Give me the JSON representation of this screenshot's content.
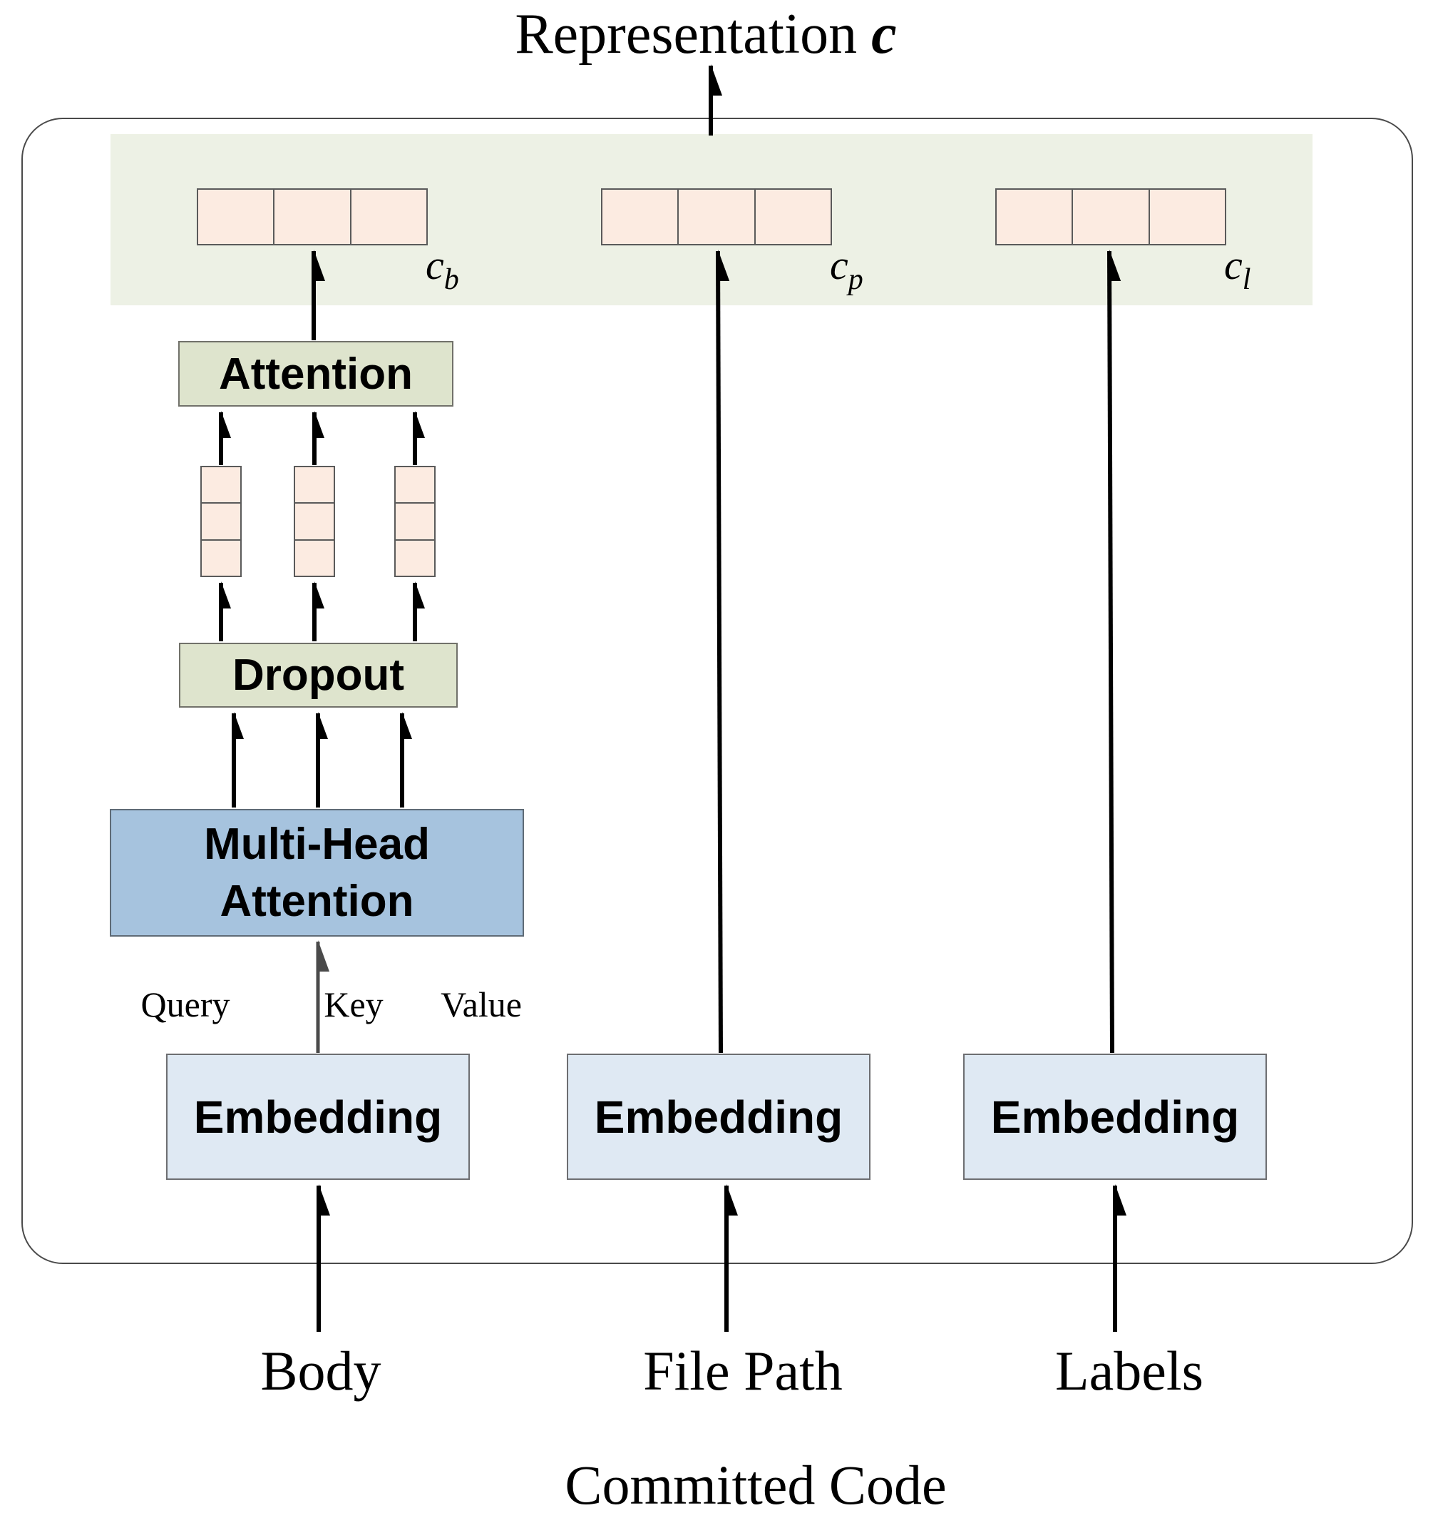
{
  "title": {
    "text": "Representation",
    "symbol": "c"
  },
  "band": {
    "vectors": [
      {
        "base": "c",
        "sub": "b"
      },
      {
        "base": "c",
        "sub": "p"
      },
      {
        "base": "c",
        "sub": "l"
      }
    ]
  },
  "body_pipeline": {
    "attention_label": "Attention",
    "dropout_label": "Dropout",
    "multi_head_attention_label": "Multi-Head Attention",
    "query_label": "Query",
    "key_label": "Key",
    "value_label": "Value"
  },
  "columns": [
    {
      "embedding_label": "Embedding",
      "input_label": "Body"
    },
    {
      "embedding_label": "Embedding",
      "input_label": "File Path"
    },
    {
      "embedding_label": "Embedding",
      "input_label": "Labels"
    }
  ],
  "caption": "Committed Code",
  "colors": {
    "band_bg": "#edf1e5",
    "cell_bg": "#fcebe1",
    "cell_border": "#5a5a5a",
    "green_bg": "#dee4cd",
    "green_border": "#71716a",
    "mha_bg": "#a6c3de",
    "mha_border": "#5f6b76",
    "embed_bg": "#dfe9f3",
    "embed_border": "#6d6e71",
    "outer_border": "#4a4a4a",
    "arrow_black": "#000000",
    "arrow_gray": "#4a4a4a"
  }
}
